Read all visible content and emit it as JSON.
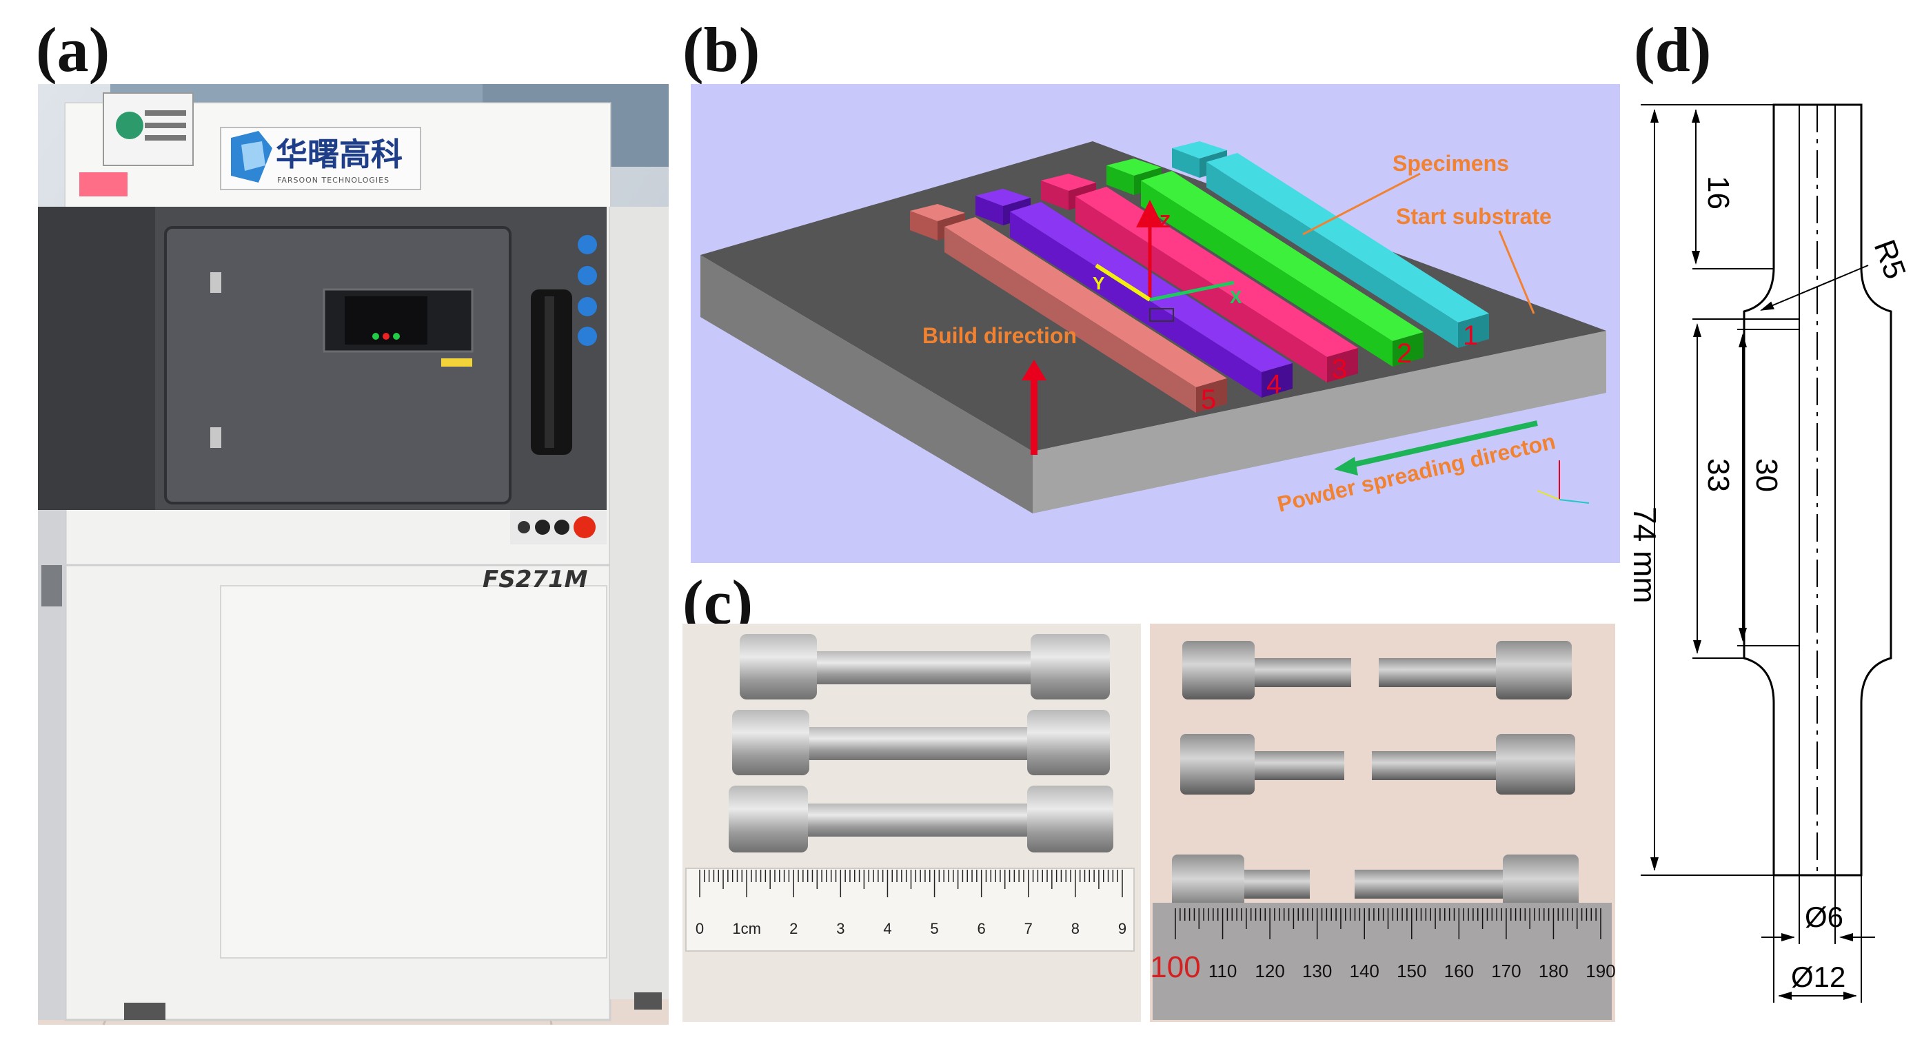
{
  "panels": {
    "a": {
      "label": "(a)",
      "machine_brand_cn": "华曙高科",
      "machine_brand_en": "FARSOON TECHNOLOGIES",
      "machine_model": "FS271M"
    },
    "b": {
      "label": "(b)",
      "annotations": {
        "specimens": "Specimens",
        "start_substrate": "Start substrate",
        "build_direction": "Build direction",
        "powder_spreading": "Powder spreading directon"
      },
      "axes": {
        "z": "Z",
        "y": "Y",
        "x": "X"
      },
      "specimen_numbers": [
        "1",
        "2",
        "3",
        "4",
        "5"
      ],
      "specimen_colors": [
        "#35c7cf",
        "#1ed11e",
        "#e8246a",
        "#6a16d6",
        "#c2625f"
      ]
    },
    "c": {
      "label": "(c)",
      "ruler_left_ticks": [
        "0",
        "1cm",
        "2",
        "3",
        "4",
        "5",
        "6",
        "7",
        "8",
        "9"
      ],
      "ruler_right_ticks": [
        "100",
        "110",
        "120",
        "130",
        "140",
        "150",
        "160",
        "170",
        "180",
        "190"
      ]
    },
    "d": {
      "label": "(d)",
      "dims": {
        "overall": "74 mm",
        "grip": "16",
        "radius": "R5",
        "parallel": "33",
        "gauge": "30",
        "gauge_dia": "Ø6",
        "grip_dia": "Ø12"
      }
    }
  }
}
